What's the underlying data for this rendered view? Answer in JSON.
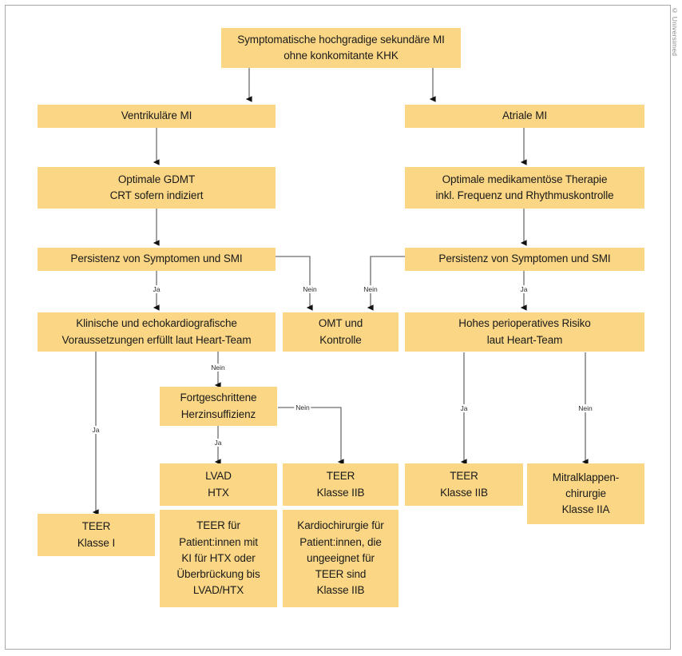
{
  "figure": {
    "copyright": "© Universimed",
    "colors": {
      "node_fill": "#fad685",
      "connector": "#6e6e6e",
      "background": "#ffffff",
      "frame_border": "#a8a8a8",
      "text": "#1a1a1a"
    }
  },
  "nodes": {
    "title": {
      "line1": "Symptomatische hochgradige sekundäre MI",
      "line2": "ohne konkomitante KHK"
    },
    "ventricular_mi": {
      "line1": "Ventrikuläre MI"
    },
    "atrial_mi": {
      "line1": "Atriale MI"
    },
    "gdmt": {
      "line1": "Optimale GDMT",
      "line2": "CRT sofern indiziert"
    },
    "omt_atrial": {
      "line1": "Optimale medikamentöse Therapie",
      "line2": "inkl. Frequenz und Rhythmuskontrolle"
    },
    "persistence_left": {
      "line1": "Persistenz von Symptomen und SMI"
    },
    "persistence_right": {
      "line1": "Persistenz von Symptomen und SMI"
    },
    "clinical_echo": {
      "line1": "Klinische und echokardiografische",
      "line2": "Voraussetzungen erfüllt laut Heart-Team"
    },
    "omt_control": {
      "line1": "OMT und",
      "line2": "Kontrolle"
    },
    "high_risk": {
      "line1": "Hohes perioperatives Risiko",
      "line2": "laut Heart-Team"
    },
    "advanced_hf": {
      "line1": "Fortgeschrittene",
      "line2": "Herzinsuffizienz"
    },
    "lvad_htx": {
      "line1": "LVAD",
      "line2": "HTX"
    },
    "teer_iib_mid": {
      "line1": "TEER",
      "line2": "Klasse IIB"
    },
    "teer_iib_right": {
      "line1": "TEER",
      "line2": "Klasse IIB"
    },
    "mitral_surgery": {
      "line1": "Mitralklappen-",
      "line2": "chirurgie",
      "line3": "Klasse IIA"
    },
    "teer_i": {
      "line1": "TEER",
      "line2": "Klasse I"
    },
    "teer_for_patients": {
      "line1": "TEER für",
      "line2": "Patient:innen mit",
      "line3": "KI für HTX oder",
      "line4": "Überbrückung bis",
      "line5": "LVAD/HTX"
    },
    "cardiac_surgery": {
      "line1": "Kardiochirurgie für",
      "line2": "Patient:innen, die",
      "line3": "ungeeignet für",
      "line4": "TEER sind",
      "line5": "Klasse IIB"
    }
  },
  "edge_labels": {
    "persistence_left_yes": "Ja",
    "persistence_left_no": "Nein",
    "persistence_right_no": "Nein",
    "persistence_right_yes": "Ja",
    "clinical_echo_yes": "Ja",
    "clinical_echo_no": "Nein",
    "advanced_hf_yes": "Ja",
    "advanced_hf_no": "Nein",
    "high_risk_yes": "Ja",
    "high_risk_no": "Nein"
  }
}
